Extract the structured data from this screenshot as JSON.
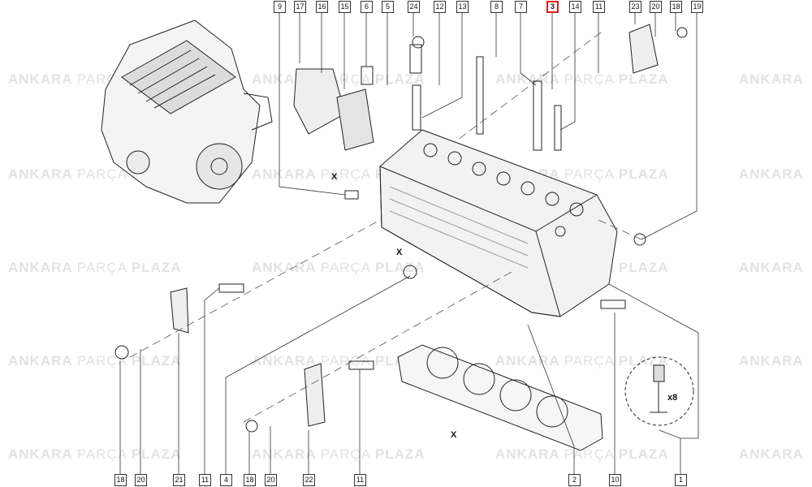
{
  "diagram": {
    "highlight_callout": "3",
    "top_callouts": [
      "9",
      "17",
      "16",
      "15",
      "6",
      "5",
      "24",
      "12",
      "13",
      "8",
      "7",
      "3",
      "14",
      "11",
      "23",
      "20",
      "18",
      "19"
    ],
    "bottom_callouts": [
      "18",
      "20",
      "21",
      "11",
      "4",
      "18",
      "20",
      "22",
      "11",
      "2",
      "10",
      "1"
    ],
    "annotations": {
      "x_mark": "X",
      "quantity": "x8"
    },
    "watermark": {
      "left": "ANKARA",
      "middle": "PARÇA",
      "right": "PLAZA"
    },
    "colors": {
      "highlight": "#e01b1b",
      "line": "#222222",
      "watermark": "#9a9a9a"
    }
  }
}
